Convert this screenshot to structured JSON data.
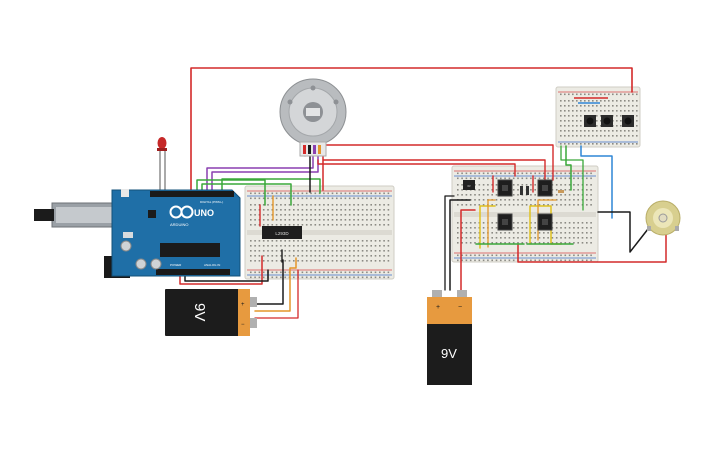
{
  "arduino": {
    "brand": "ARDUINO",
    "model": "UNO",
    "header_digital": "DIGITAL (PWM~)",
    "header_power": "POWER",
    "header_analog": "ANALOG IN"
  },
  "chip": {
    "label": "L293D"
  },
  "battery_left": {
    "label": "9V",
    "plus": "+",
    "minus": "−"
  },
  "battery_bottom": {
    "label": "9V",
    "plus": "+",
    "minus": "−"
  },
  "colors": {
    "red_wire": "#d42a2a",
    "black_wire": "#1b1b1b",
    "green_wire": "#3aa83a",
    "purple_wire": "#8a3fb0",
    "orange_wire": "#e3962a",
    "yellow_wire": "#e0c21e",
    "blue_wire": "#2f86d6",
    "arduino_blue": "#1f6fa7",
    "breadboard": "#ecebe4"
  },
  "icons": [
    "led-icon",
    "motor-icon",
    "battery-icon",
    "usb-icon",
    "transistor-icon"
  ]
}
